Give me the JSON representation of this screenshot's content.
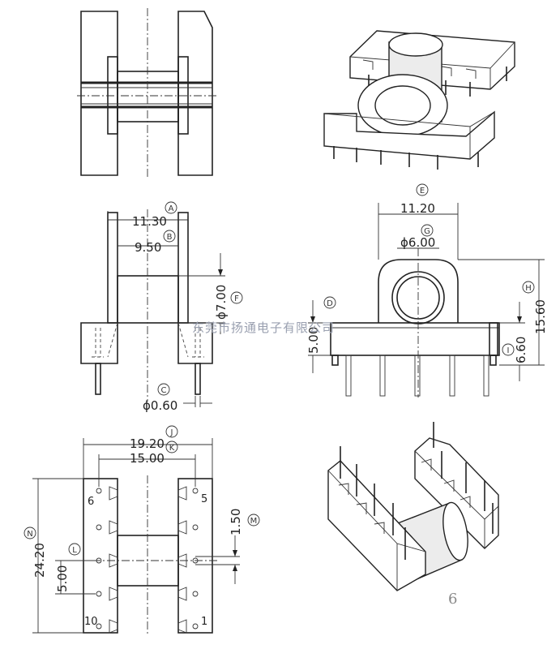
{
  "dimensions": {
    "A": {
      "label": "A",
      "value": "11.30"
    },
    "B": {
      "label": "B",
      "value": "9.50"
    },
    "C": {
      "label": "C",
      "value": "ϕ0.60"
    },
    "D": {
      "label": "D",
      "value": "5.00"
    },
    "E": {
      "label": "E",
      "value": "11.20"
    },
    "F": {
      "label": "F",
      "value": "ϕ7.00"
    },
    "G": {
      "label": "G",
      "value": "ϕ6.00"
    },
    "H": {
      "label": "H",
      "value": "15.60"
    },
    "I": {
      "label": "I",
      "value": "6.60"
    },
    "J": {
      "label": "J",
      "value": "19.20"
    },
    "K": {
      "label": "K",
      "value": "15.00"
    },
    "L": {
      "label": "L",
      "value": "5.00"
    },
    "M": {
      "label": "M",
      "value": "1.50"
    },
    "N": {
      "label": "N",
      "value": "24.20"
    }
  },
  "pins": {
    "p6": "6",
    "p5": "5",
    "p10": "10",
    "p1": "1"
  },
  "watermark": "东莞市扬通电子有限公司",
  "view_number": "6"
}
